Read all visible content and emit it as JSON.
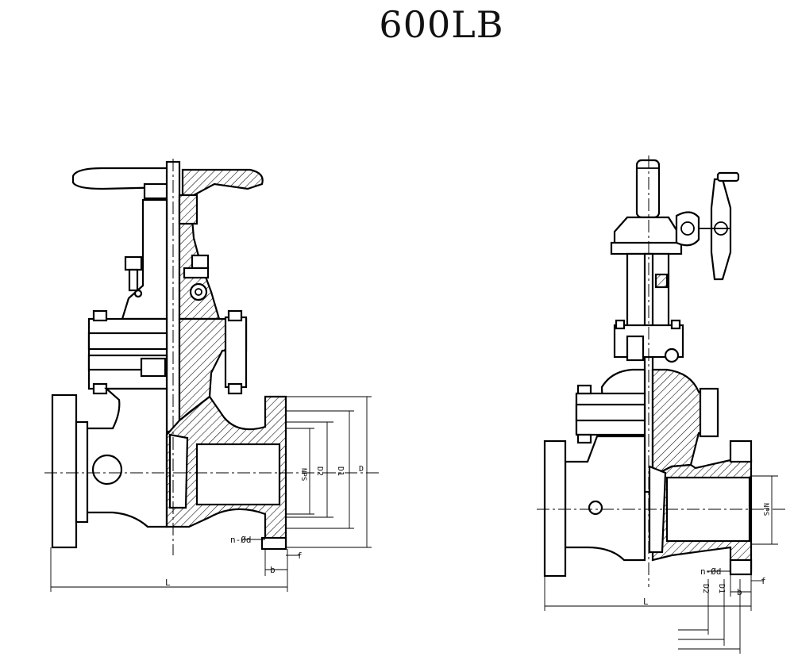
{
  "title": "600LB",
  "left_view": {
    "dim_labels": {
      "nps": "NPS",
      "d2": "D2",
      "d1": "D1",
      "d": "D",
      "bolt_holes": "n-Ød",
      "f": "f",
      "b": "b",
      "l": "L"
    }
  },
  "right_view": {
    "dim_labels": {
      "nps": "NPS",
      "bolt_holes": "n-Ød",
      "f": "f",
      "b": "b",
      "d2": "D2",
      "d1": "D1",
      "l": "L"
    }
  }
}
